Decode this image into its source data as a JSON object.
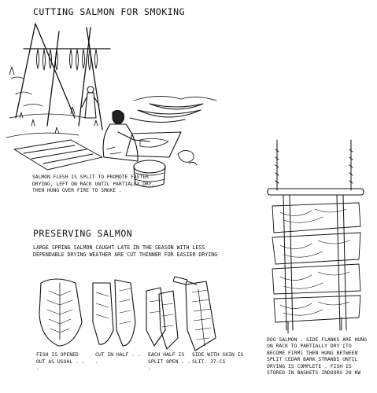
{
  "sections": {
    "smoking": {
      "title": "CUTTING SALMON FOR SMOKING",
      "caption": "SALMON FLESH IS SPLIT TO PROMOTE FASTER DRYING, LEFT ON RACK UNTIL PARTIALLY DRY, THEN HUNG OVER FIRE TO SMOKE ."
    },
    "preserving": {
      "title": "PRESERVING SALMON",
      "intro": "LARGE SPRING SALMON CAUGHT LATE IN THE SEASON WITH LESS DEPENDABLE DRYING WEATHER ARE CUT THINNER FOR EASIER DRYING",
      "steps": [
        "FISH IS OPENED OUT AS USUAL . . .",
        "CUT IN HALF . . .",
        "EACH HALF IS SPLIT OPEN . . .",
        "SIDE WITH SKIN IS SLIT. 37-CS"
      ]
    },
    "dog_salmon": {
      "caption": "DOG SALMON . SIDE FLANKS ARE HUNG ON RACK TO PARTIALLY DRY [TO BECOME FIRM] THEN HUNG BETWEEN SPLIT CEDAR BARK STRANDS UNTIL DRYING IS COMPLETE . FISH IS STORED IN BASKETS INDOORS 28 KW"
    }
  }
}
